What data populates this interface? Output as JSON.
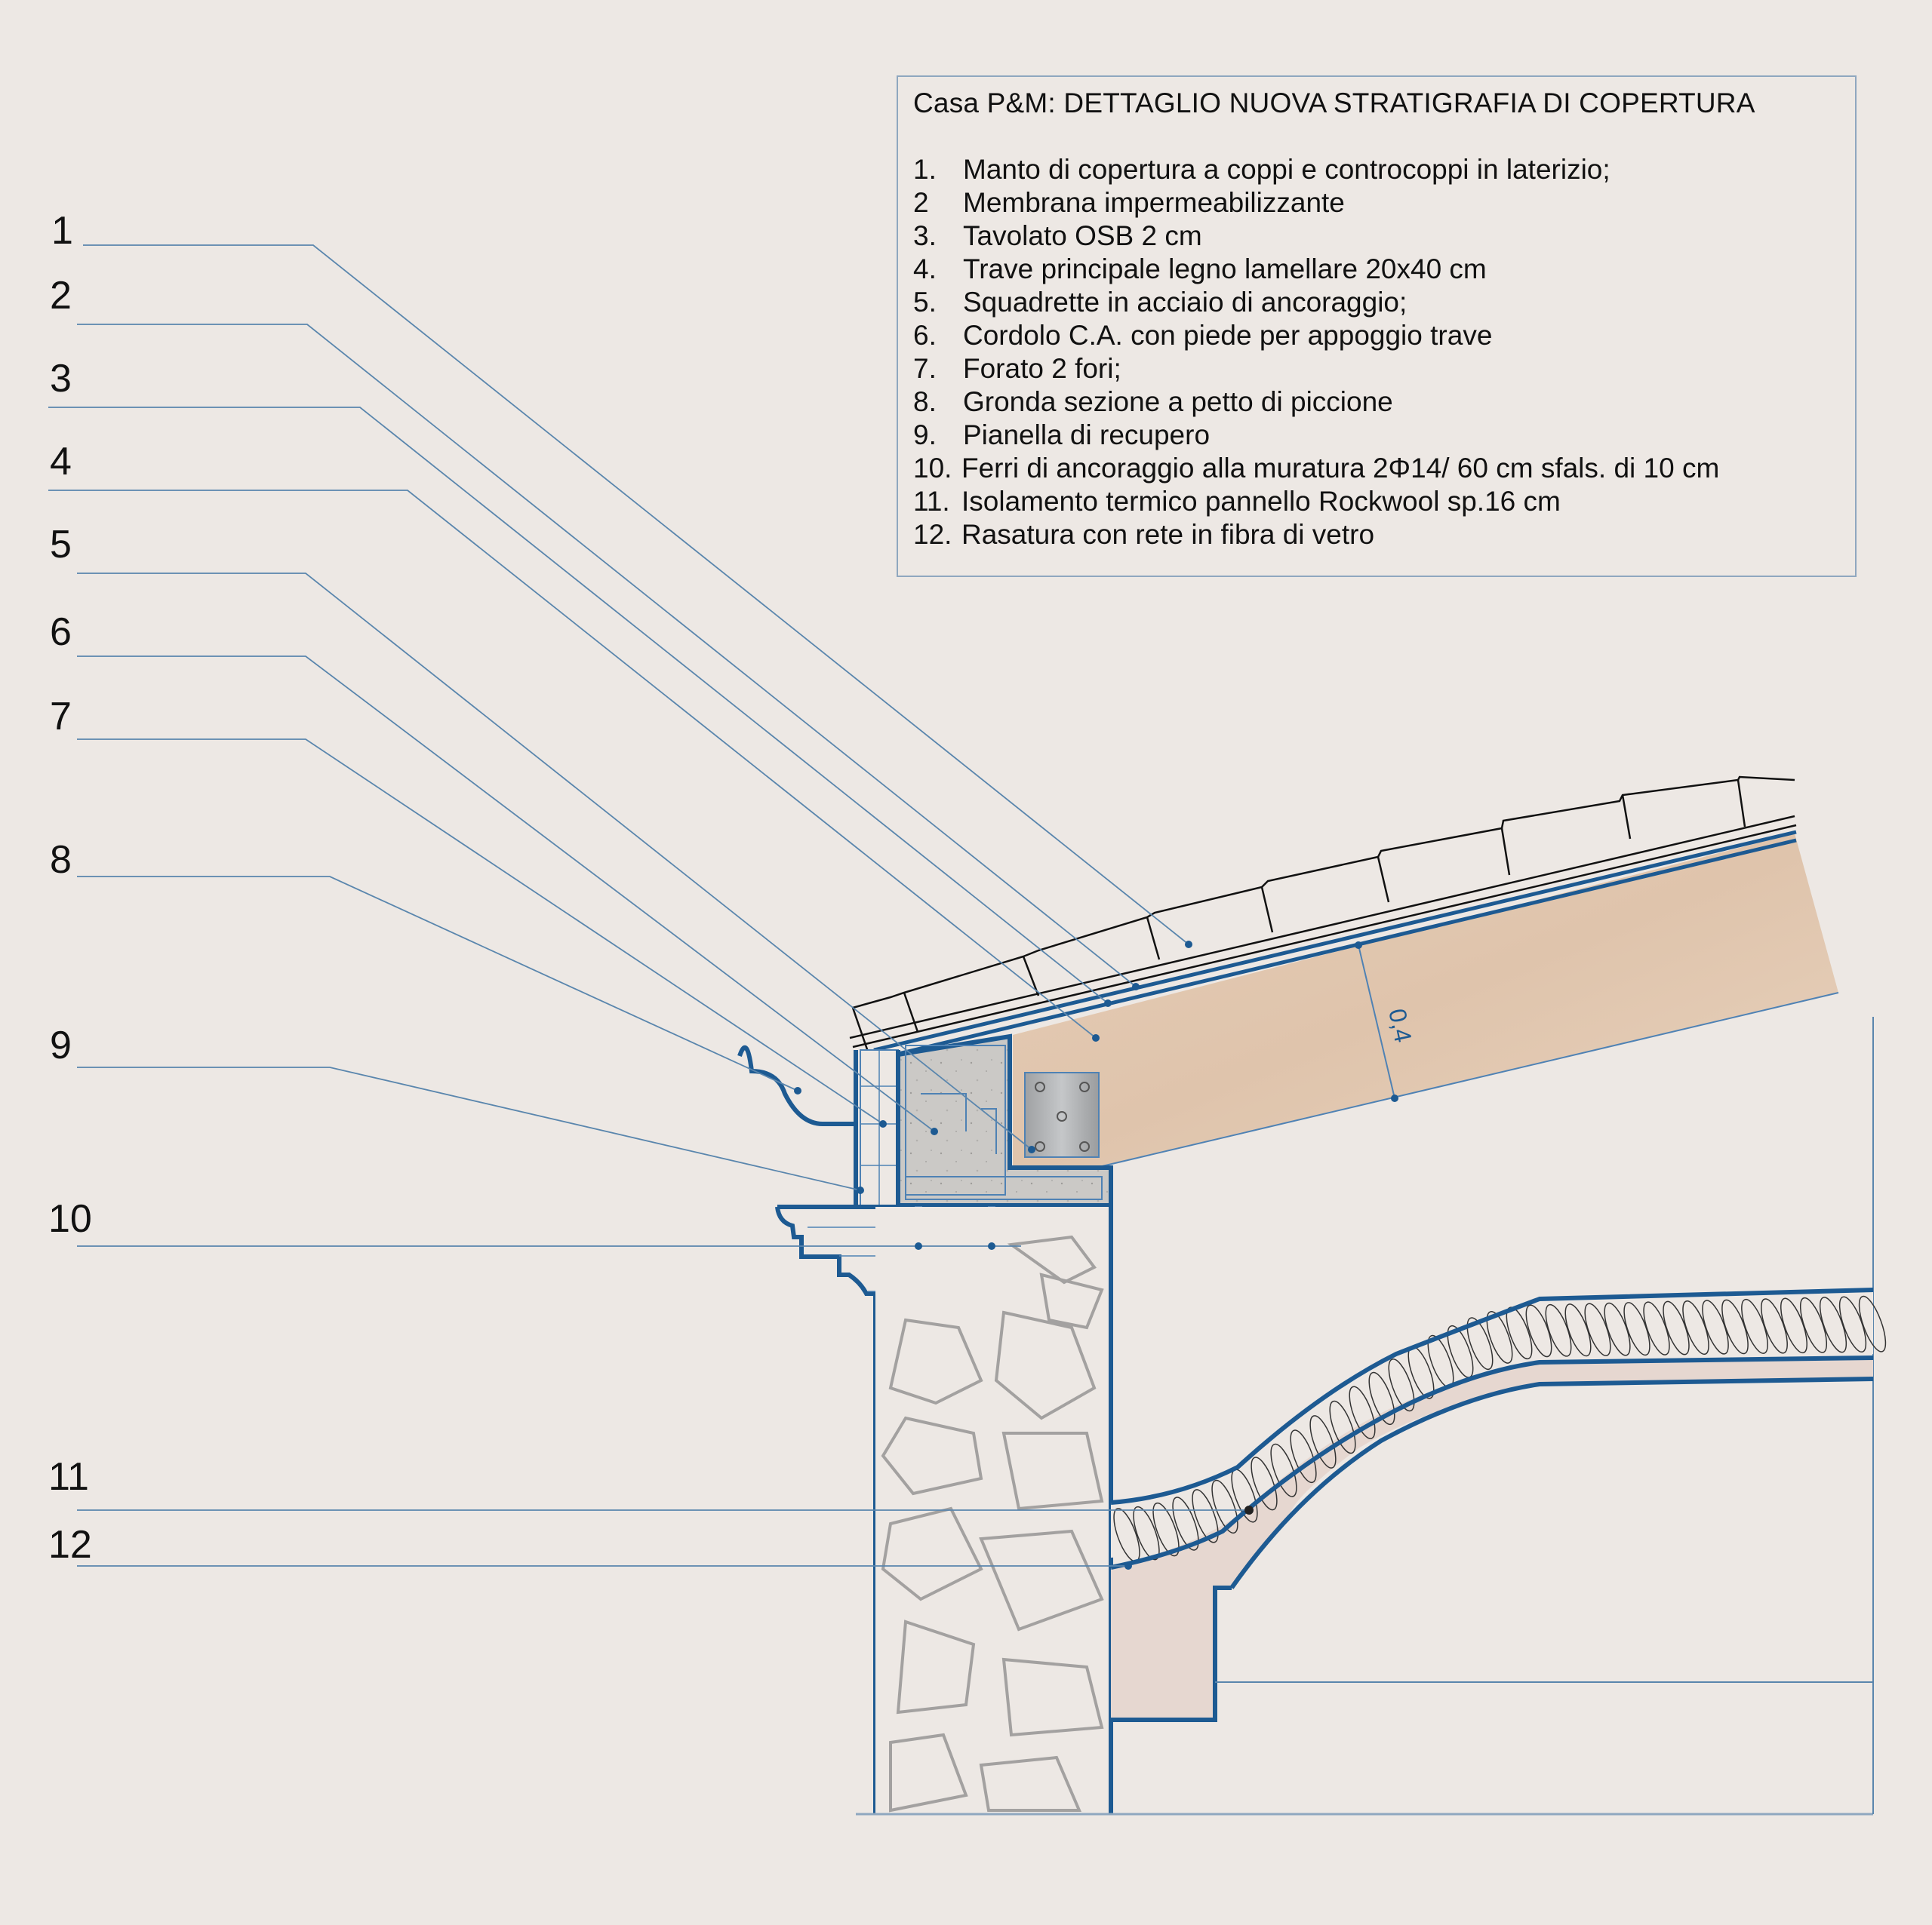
{
  "legend": {
    "title": "Casa P&M: DETTAGLIO NUOVA STRATIGRAFIA DI COPERTURA",
    "items": [
      {
        "num": "1.",
        "text": "Manto di copertura a coppi e controcoppi in laterizio;"
      },
      {
        "num": "2",
        "text": "Membrana impermeabilizzante"
      },
      {
        "num": "3.",
        "text": "Tavolato OSB 2 cm"
      },
      {
        "num": "4.",
        "text": "Trave principale legno lamellare 20x40 cm"
      },
      {
        "num": "5.",
        "text": "Squadrette in acciaio di ancoraggio;"
      },
      {
        "num": "6.",
        "text": "Cordolo C.A. con piede per appoggio trave"
      },
      {
        "num": "7.",
        "text": "Forato 2 fori;"
      },
      {
        "num": "8.",
        "text": "Gronda sezione a petto di piccione"
      },
      {
        "num": "9.",
        "text": "Pianella di recupero"
      },
      {
        "num": "10.",
        "text": "Ferri di ancoraggio alla muratura 2Φ14/ 60 cm sfals. di 10 cm"
      },
      {
        "num": "11.",
        "text": "Isolamento termico pannello Rockwool sp.16 cm"
      },
      {
        "num": "12.",
        "text": "Rasatura con rete in fibra di vetro"
      }
    ]
  },
  "callouts": [
    "1",
    "2",
    "3",
    "4",
    "5",
    "6",
    "7",
    "8",
    "9",
    "10",
    "11",
    "12"
  ],
  "dimension": {
    "beam_height": "0,4"
  },
  "colors": {
    "background": "#ede8e4",
    "accent_blue": "#1d5a92",
    "leader_blue": "#5a86ad",
    "wood": "#e2c9b2",
    "concrete": "#c9c7c4",
    "steel": "#a9abad",
    "plaster": "#e6d7d0",
    "stone_line": "#a3a1a0"
  }
}
